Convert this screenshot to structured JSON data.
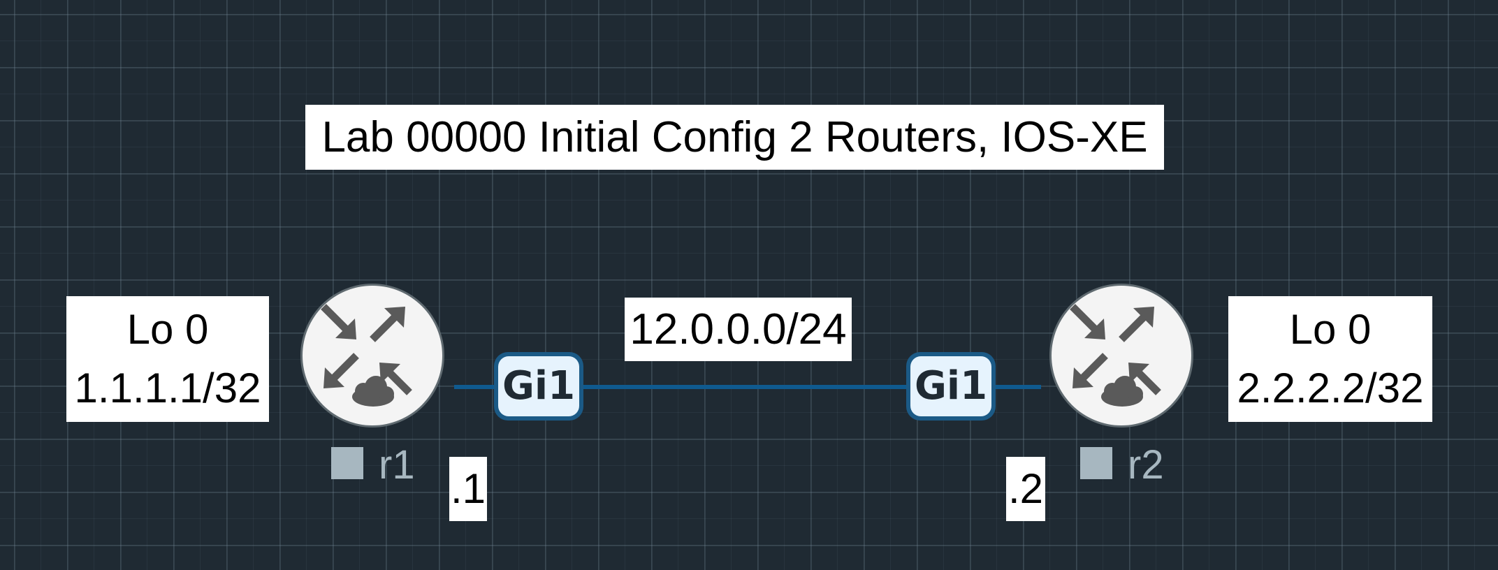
{
  "diagram": {
    "title": "Lab 00000 Initial Config 2 Routers, IOS-XE",
    "link": {
      "subnet": "12.0.0.0/24",
      "left_interface": "Gi1",
      "right_interface": "Gi1",
      "left_host": ".1",
      "right_host": ".2",
      "color": "#0f5a8f"
    },
    "routers": [
      {
        "name": "r1",
        "icon": "router-icon",
        "loopback_name": "Lo 0",
        "loopback_address": "1.1.1.1/32"
      },
      {
        "name": "r2",
        "icon": "router-icon",
        "loopback_name": "Lo 0",
        "loopback_address": "2.2.2.2/32"
      }
    ],
    "colors": {
      "canvas_background": "#1f2a33",
      "node_label": "#a7b7c0",
      "interface_fill": "#e6f3fd",
      "interface_border": "#1b5a86"
    }
  }
}
